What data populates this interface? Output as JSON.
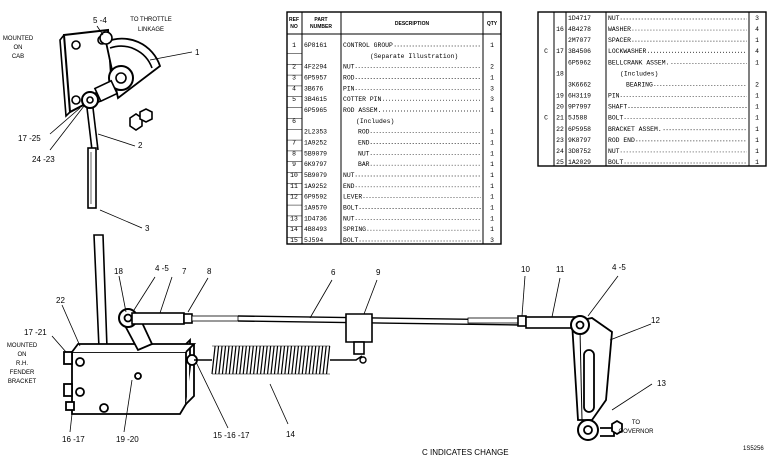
{
  "diagram": {
    "notes": {
      "throttle": [
        "TO THROTTLE",
        "LINKAGE"
      ],
      "cab": [
        "MOUNTED",
        "ON",
        "CAB"
      ],
      "fender": [
        "MOUNTED",
        "ON",
        "R.H.",
        "FENDER",
        "BRACKET"
      ],
      "governor": [
        "TO",
        "GOVERNOR"
      ],
      "change": "C INDICATES CHANGE",
      "code": "1S5256"
    },
    "callouts": {
      "c5_4_top": "5 -4",
      "c1": "1",
      "c17_25": "17 -25",
      "c24_23": "24 -23",
      "c2": "2",
      "c3": "3",
      "c18": "18",
      "c4_5_left": "4 -5",
      "c7": "7",
      "c8": "8",
      "c6": "6",
      "c9": "9",
      "c10": "10",
      "c11": "11",
      "c4_5_right": "4 -5",
      "c12": "12",
      "c13": "13",
      "c22": "22",
      "c17_21": "17 -21",
      "c16_17": "16 -17",
      "c19_20": "19 -20",
      "c15_16_17": "15 -16 -17",
      "c14": "14"
    }
  },
  "parts_table_left": {
    "headers": {
      "ref": [
        "REF",
        "NO"
      ],
      "part": [
        "PART",
        "NUMBER"
      ],
      "desc": "DESCRIPTION",
      "qty": "QTY"
    },
    "rows": [
      {
        "ref": "1",
        "part": "6P8161",
        "desc": "CONTROL GROUP",
        "qty": "1"
      },
      {
        "ref": "",
        "part": "",
        "desc": "(Separate Illustration)",
        "qty": ""
      },
      {
        "ref": "2",
        "part": "4F2294",
        "desc": "NUT",
        "qty": "2"
      },
      {
        "ref": "3",
        "part": "6P5957",
        "desc": "ROD",
        "qty": "1"
      },
      {
        "ref": "4",
        "part": "3B676",
        "desc": "PIN",
        "qty": "3"
      },
      {
        "ref": "5",
        "part": "3B4615",
        "desc": "COTTER PIN",
        "qty": "3"
      },
      {
        "ref": "",
        "part": "6P5965",
        "desc": "ROD ASSEM.",
        "qty": "1"
      },
      {
        "ref": "6",
        "part": "",
        "desc": "(Includes)",
        "qty": ""
      },
      {
        "ref": "",
        "part": "2L2353",
        "desc": "ROD",
        "qty": "1"
      },
      {
        "ref": "7",
        "part": "1A9252",
        "desc": "END",
        "qty": "1"
      },
      {
        "ref": "8",
        "part": "5B9079",
        "desc": "NUT",
        "qty": "1"
      },
      {
        "ref": "9",
        "part": "6K9797",
        "desc": "BAR",
        "qty": "1"
      },
      {
        "ref": "10",
        "part": "5B9079",
        "desc": "NUT",
        "qty": "1"
      },
      {
        "ref": "11",
        "part": "1A9252",
        "desc": "END",
        "qty": "1"
      },
      {
        "ref": "12",
        "part": "6P9592",
        "desc": "LEVER",
        "qty": "1"
      },
      {
        "ref": "",
        "part": "1A9570",
        "desc": "BOLT",
        "qty": "1"
      },
      {
        "ref": "13",
        "part": "1D4736",
        "desc": "NUT",
        "qty": "1"
      },
      {
        "ref": "14",
        "part": "4B8493",
        "desc": "SPRING",
        "qty": "1"
      },
      {
        "ref": "15",
        "part": "5J594",
        "desc": "BOLT",
        "qty": "3"
      }
    ]
  },
  "parts_table_right": {
    "rows": [
      {
        "c": "",
        "ref": "",
        "part": "1D4717",
        "desc": "NUT",
        "qty": "3"
      },
      {
        "c": "",
        "ref": "16",
        "part": "4B4278",
        "desc": "WASHER",
        "qty": "4"
      },
      {
        "c": "",
        "ref": "",
        "part": "2M7077",
        "desc": "SPACER",
        "qty": "1"
      },
      {
        "c": "C",
        "ref": "17",
        "part": "3B4506",
        "desc": "LOCKWASHER",
        "qty": "4"
      },
      {
        "c": "",
        "ref": "",
        "part": "6P5962",
        "desc": "BELLCRANK ASSEM.",
        "qty": "1"
      },
      {
        "c": "",
        "ref": "18",
        "part": "",
        "desc": "(Includes)",
        "qty": ""
      },
      {
        "c": "",
        "ref": "",
        "part": "3K6662",
        "desc": "BEARING",
        "qty": "2"
      },
      {
        "c": "",
        "ref": "19",
        "part": "6H3119",
        "desc": "PIN",
        "qty": "1"
      },
      {
        "c": "",
        "ref": "20",
        "part": "9P7997",
        "desc": "SHAFT",
        "qty": "1"
      },
      {
        "c": "C",
        "ref": "21",
        "part": "5J588",
        "desc": "BOLT",
        "qty": "1"
      },
      {
        "c": "",
        "ref": "22",
        "part": "6P5958",
        "desc": "BRACKET ASSEM.",
        "qty": "1"
      },
      {
        "c": "",
        "ref": "23",
        "part": "9K8797",
        "desc": "ROD END",
        "qty": "1"
      },
      {
        "c": "",
        "ref": "24",
        "part": "3D8752",
        "desc": "NUT",
        "qty": "1"
      },
      {
        "c": "",
        "ref": "25",
        "part": "1A2029",
        "desc": "BOLT",
        "qty": "1"
      }
    ]
  }
}
